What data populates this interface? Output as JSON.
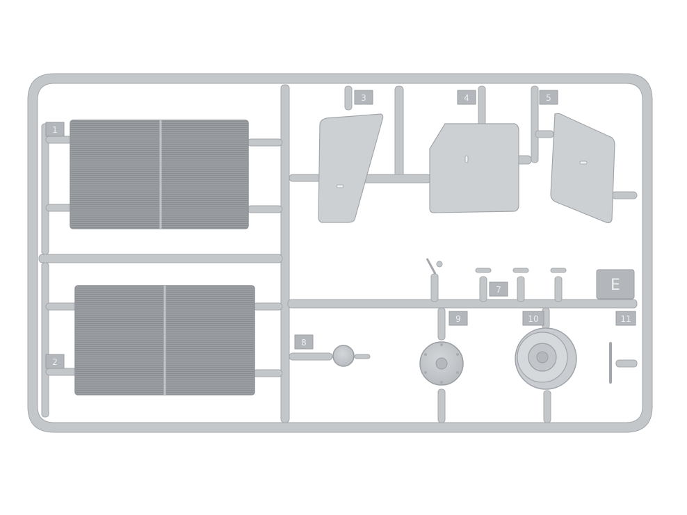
{
  "sprue": {
    "letter": "E",
    "part_numbers": [
      "1",
      "2",
      "3",
      "4",
      "5",
      "7",
      "8",
      "9",
      "10",
      "11"
    ]
  },
  "colors": {
    "plastic": "#c4c7ca",
    "grille": "#9a9da1",
    "background": "#ffffff"
  }
}
